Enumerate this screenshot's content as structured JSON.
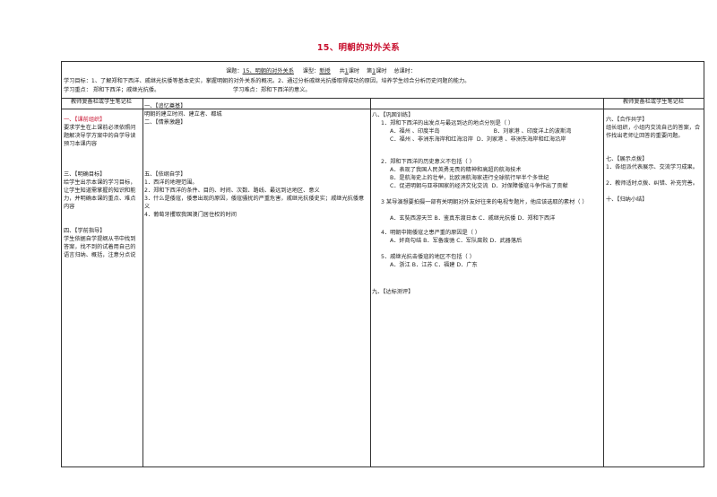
{
  "doc_title": "15、明朝的对外关系",
  "meta": {
    "topic_label": "课题：",
    "topic_value": "15、明朝的对外关系",
    "type_label": "课型：",
    "type_value": "新授",
    "total_pre": "共",
    "total_value": "1",
    "total_unit": "课时",
    "nth_pre": "第",
    "nth_value": "1",
    "nth_unit": "课时",
    "sum_label": "总课时："
  },
  "goals": "学习目标：1、了解郑和下西洋、戚继光抗倭等基本史实，掌握明朝的对外关系的概况。2、通过分析戚继光抗倭取得成功的原因，培养学生综合分析历史问题的能力。",
  "focus": "学习重点：  郑和下西洋；戚继光抗倭。",
  "difficulty": "学习难点：郑和下西洋的意义。",
  "left_col": {
    "header": "教师复备栏或学生笔记栏",
    "item1_heading": "一、【课前组织】",
    "item1_body": "要求学生在上课前必须依照问题解决导学方案中的自学导读预习本课内容",
    "item3_heading": "三、【明确目标】",
    "item3_body": "给学生出示本课的学习目标，让学生知道需掌握的知识和能力，并明确本课的重点、难点内容",
    "item4_heading": "四、【学前指导】",
    "item4_body": "学生依据自学提纲从书中找到答案，找不到的试着用自己的语言归纳、概括，注意分点说"
  },
  "mid_col": {
    "item1_heading": "一、【追忆奠基】",
    "item1_body": "明朝的建立时间、建立者、都城",
    "item2_heading": "二、【情景激趣】",
    "item5_heading": "五、【依纲自学】",
    "q1": "1．西洋的地理范围。",
    "q2": "2．郑和下西洋的条件、目的、时间、次数、路线、最远到达地区、意义",
    "q3": "3．什么是倭寇，倭患出现的原因，倭寇骚扰的严重危害，戚继光抗倭史实；戚继光抗倭意义",
    "q4": "4．葡萄牙攫取我国澳门居住权的时间"
  },
  "right_col": {
    "item8_heading": "八、【巩固训练】",
    "q1_stem": "1．郑和下西洋的出发点与最远到达的地点分别是（     ）",
    "q1_a": "A．福州 、印度半岛",
    "q1_b": "B．刘家港 、印度洋上的波斯湾",
    "q1_c": "C．福州 、非洲东海岸和红海沿岸",
    "q1_d": "D．刘家港 、非洲东海岸和红海沿岸",
    "q2_stem": "2．郑和下西洋的历史意义不包括（     ）",
    "q2_a": "A．表现了我国人民英勇无畏的精神和高超的航海技术",
    "q2_b": "B．是航海史上的壮举，比欧洲航海家进行全球航行早半个多世纪",
    "q2_c": "C．促进明朝与亚非国家的经济文化交流",
    "q2_d": "D．对保障倭寇斗争作出了贡献",
    "q3_stem": "3 某导演想要拍摄一部有关明朝对外友好往来的电视专题片，他应该选取的素材（     ）",
    "q3_opts": "A．玄奘西游天竺      B．鉴真东渡日本      C．戚继光抗倭      D．郑和下西洋",
    "q4_stem": "4．明朝中期倭寇之患严重的原因是（     ）",
    "q4_opts": "A．奸商勾结          B．军备废驰          C．军队腐败          D．武器落后",
    "q5_stem": "5．戚继光抗击倭寇的地区不包括（     ）",
    "q5_opts": "A．浙江              B．江苏              C．福建              D．广东",
    "item9_heading": "九、【达标测评】"
  },
  "far_col": {
    "header": "教师复备栏或学生笔记栏",
    "item6_heading": "六、【合作共学】",
    "item6_body": "组长组织，小组内交流自己的答案，合作找出老师让回答的重要问题。",
    "item7_heading": "七、【展示点拨】",
    "item7_body1": "1．各组派代表展示、交流学习成果。",
    "item7_body2": "2．教师适时点拨、纠错、补充完善。",
    "item10_heading": "十、【归纳小结】"
  }
}
